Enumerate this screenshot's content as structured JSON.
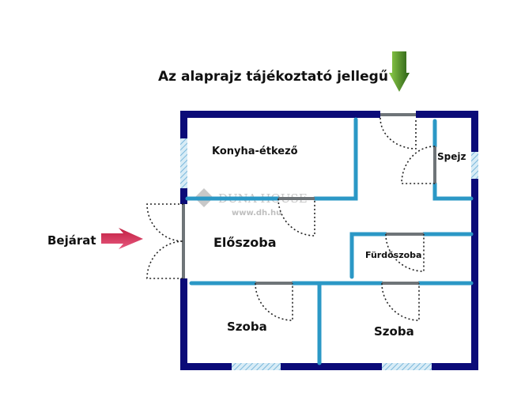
{
  "title": "Az alaprajz tájékoztató jellegű",
  "entrance_label": "Bejárat",
  "rooms": {
    "kitchen": "Konyha-étkező",
    "pantry": "Spejz",
    "hall": "Előszoba",
    "bathroom": "Fürdőszoba",
    "room1": "Szoba",
    "room2": "Szoba"
  },
  "watermark": {
    "brand": "DUNA HOUSE",
    "url": "www.dh.hu"
  },
  "colors": {
    "outer_wall": "#0b0b78",
    "inner_wall": "#2b98c6",
    "north_arrow": "#3a7a1e",
    "entrance_arrow": "#d6305a"
  }
}
